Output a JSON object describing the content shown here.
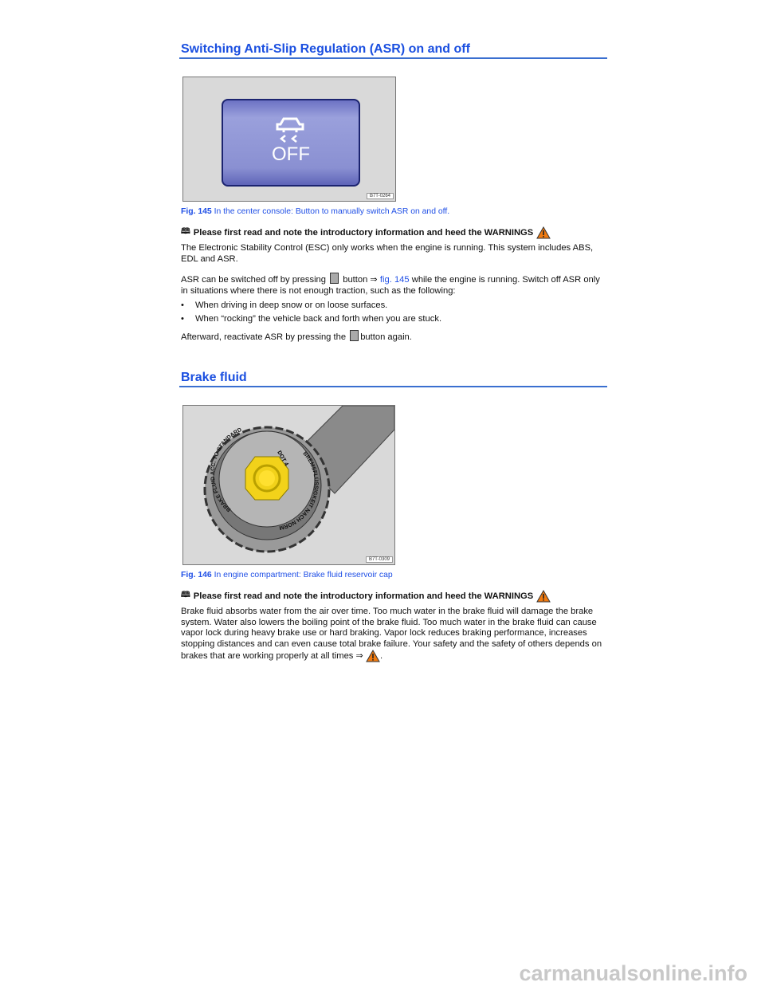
{
  "section1": {
    "title": "Switching Anti-Slip Regulation (ASR) on and off",
    "figure": {
      "button_text": "OFF",
      "figure_id": "B7T-0264",
      "caption_label": "Fig. 145",
      "caption_text": " In the center console: Button to manually switch ASR on and off."
    },
    "note": "Please first read and note the introductory information and heed the WARNINGS",
    "para1": "The Electronic Stability Control (ESC) only works when the engine is running. This system includes ABS, EDL and ASR.",
    "para2_a": "ASR can be switched off by pressing",
    "para2_b": "button ⇒",
    "para2_link": "fig. 145",
    "para2_c": " while the engine is running. Switch off ASR only in situations where there is not enough traction, such as the following:",
    "bullets": [
      "When driving in deep snow or on loose surfaces.",
      "When “rocking” the vehicle back and forth when you are stuck."
    ],
    "para3_a": "Afterward, reactivate ASR by pressing the",
    "para3_b": "button again."
  },
  "section2": {
    "title": "Brake fluid",
    "figure": {
      "figure_id": "B7T-0309",
      "cap_text_top": "BRAKE FLUID ACC. TO STANDARD",
      "cap_text_bottom": "BREMSFLÜSSIGKEIT NACH NORM",
      "dot": "DOT 4",
      "caption_label": "Fig. 146",
      "caption_text": " In engine compartment: Brake fluid reservoir cap"
    },
    "note": "Please first read and note the introductory information and heed the WARNINGS",
    "para1": "Brake fluid absorbs water from the air over time. Too much water in the brake fluid will damage the brake system. Water also lowers the boiling point of the brake fluid. Too much water in the brake fluid can cause vapor lock during heavy brake use or hard braking. Vapor lock reduces braking performance, increases stopping distances and can even cause total brake failure. Your safety and the safety of others depends on brakes that are working properly at all times ⇒",
    "para1_end": "."
  },
  "watermark": "carmanualsonline.info",
  "colors": {
    "heading": "#1a4fe0",
    "link": "#1f4fe6",
    "warning": "#f07a10",
    "button": "#7f86cc"
  }
}
